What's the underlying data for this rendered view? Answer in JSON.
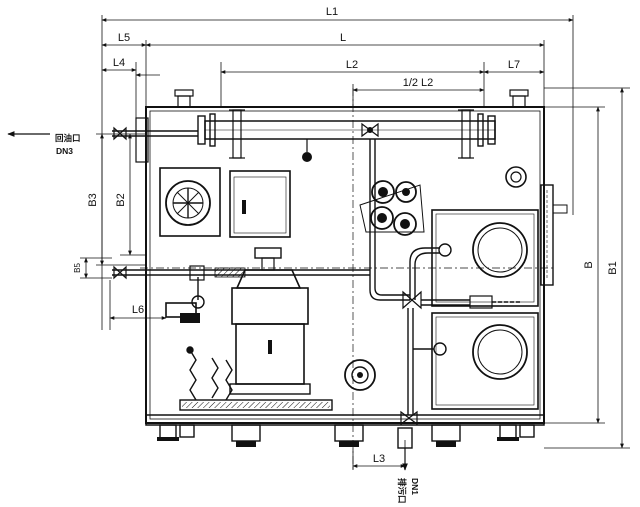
{
  "dimensions": {
    "L1": "L1",
    "L": "L",
    "L2": "L2",
    "half_L2": "1/2 L2",
    "L3": "L3",
    "L4": "L4",
    "L5": "L5",
    "L6": "L6",
    "L7": "L7",
    "B": "B",
    "B1": "B1",
    "B2": "B2",
    "B3": "B3",
    "B5": "B5"
  },
  "ports": {
    "oil_return_label": "回油口",
    "oil_return_size": "DN3",
    "drain_label": "排污口",
    "drain_size": "DN1"
  },
  "colors": {
    "line": "#111111",
    "background": "#ffffff"
  }
}
